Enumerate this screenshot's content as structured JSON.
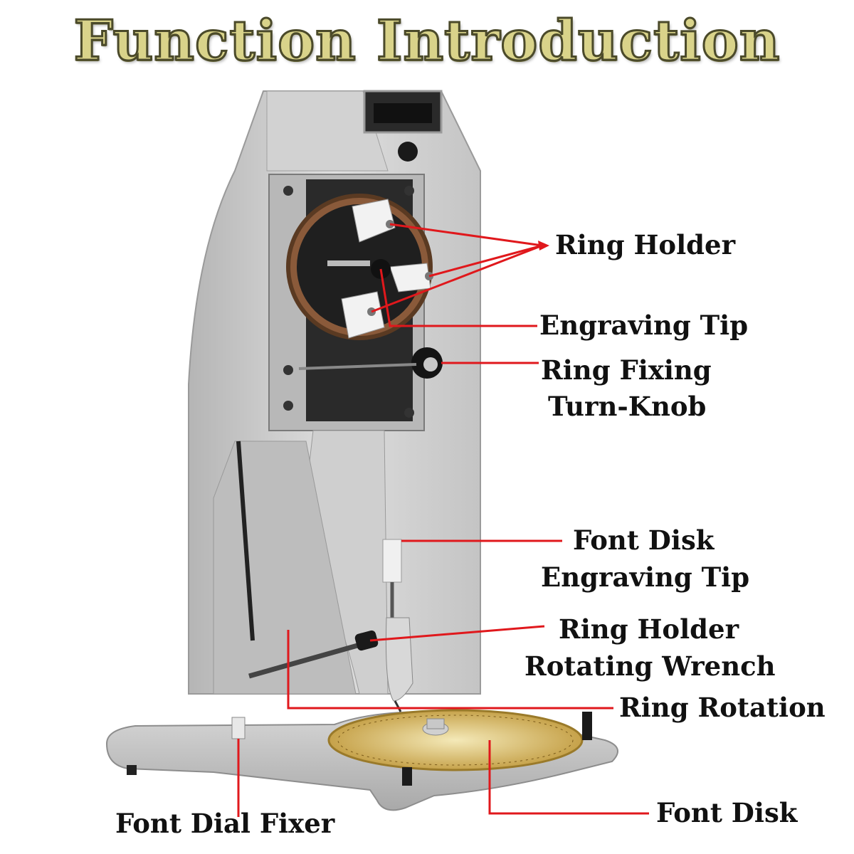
{
  "title": "Function Introduction",
  "labels": {
    "ring_holder": "Ring Holder",
    "engraving_tip": "Engraving Tip",
    "ring_fixing_line1": "Ring Fixing",
    "ring_fixing_line2": "Turn-Knob",
    "font_disk_tip_line1": "Font Disk",
    "font_disk_tip_line2": "Engraving Tip",
    "wrench_line1": "Ring Holder",
    "wrench_line2": "Rotating Wrench",
    "ring_rotation": "Ring Rotation",
    "font_dial_fixer": "Font Dial Fixer",
    "font_disk": "Font Disk"
  },
  "colors": {
    "leader_line": "#e0181c",
    "machine_body": "#c9c9c9",
    "label_text": "#111111"
  }
}
